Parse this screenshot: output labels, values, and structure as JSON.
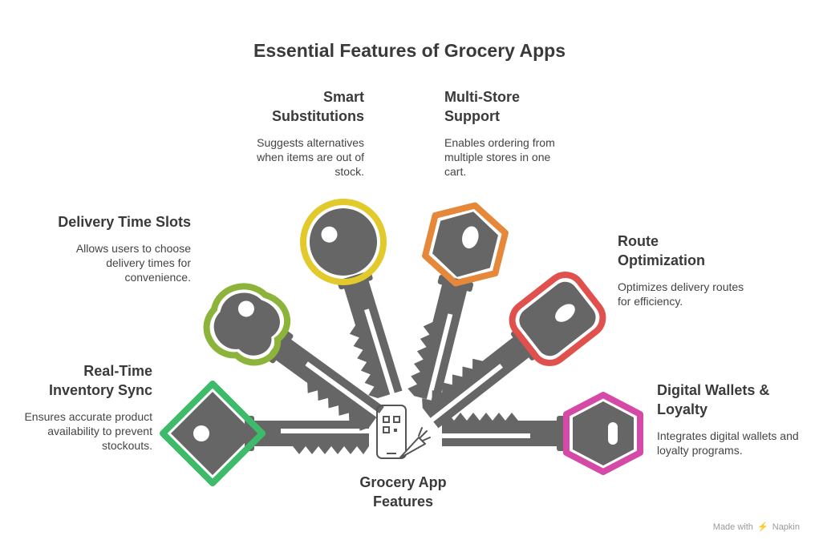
{
  "title": "Essential Features of Grocery Apps",
  "center": {
    "label": "Grocery App Features",
    "icon": "phone-carrot-icon"
  },
  "features": [
    {
      "id": "inventory",
      "title": "Real-Time Inventory Sync",
      "description": "Ensures accurate product availability to prevent stockouts.",
      "color": "#3dbb6b"
    },
    {
      "id": "delivery",
      "title": "Delivery Time Slots",
      "description": "Allows users to choose delivery times for convenience.",
      "color": "#8cb43a"
    },
    {
      "id": "substitutions",
      "title": "Smart Substitutions",
      "description": "Suggests alternatives when items are out of stock.",
      "color": "#e2c92c"
    },
    {
      "id": "multistore",
      "title": "Multi-Store Support",
      "description": "Enables ordering from multiple stores in one cart.",
      "color": "#e5883a"
    },
    {
      "id": "route",
      "title": "Route Optimization",
      "description": "Optimizes delivery routes for efficiency.",
      "color": "#e0504d"
    },
    {
      "id": "wallets",
      "title": "Digital Wallets & Loyalty",
      "description": "Integrates digital wallets and loyalty programs.",
      "color": "#d54aa6"
    }
  ],
  "credit": {
    "prefix": "Made with",
    "brand": "Napkin"
  }
}
